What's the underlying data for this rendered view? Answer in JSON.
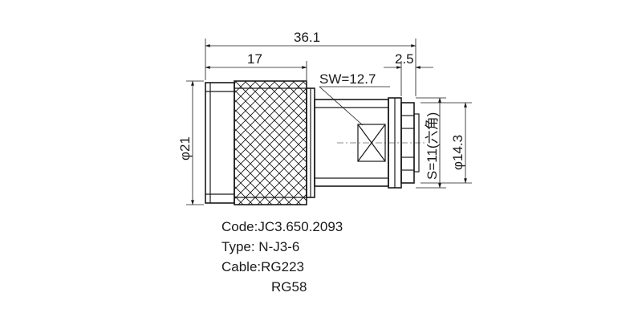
{
  "dimensions": {
    "overall_length": "36.1",
    "body_length": "17",
    "nut_width": "2.5",
    "wrench_size": "SW=12.7",
    "outer_diameter": "φ21",
    "rear_diameter": "φ14.3",
    "hex_size": "S=11(六角)"
  },
  "specs": {
    "code": "Code:JC3.650.2093",
    "type": "Type: N-J3-6",
    "cable": "Cable:RG223",
    "cable2": "RG58"
  }
}
